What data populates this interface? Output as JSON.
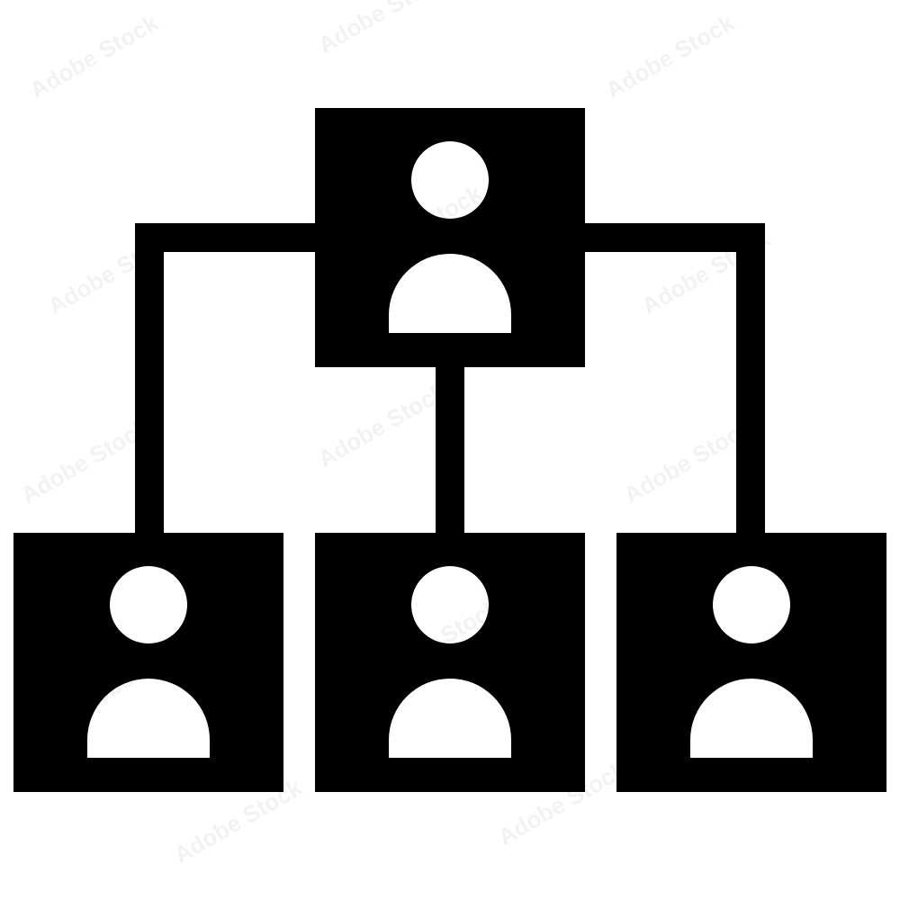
{
  "icon": {
    "name": "organization-hierarchy-icon",
    "colors": {
      "foreground": "#000000",
      "background": "#ffffff"
    },
    "nodes": [
      {
        "role": "top",
        "icon": "user-icon"
      },
      {
        "role": "child",
        "icon": "user-icon"
      },
      {
        "role": "child",
        "icon": "user-icon"
      },
      {
        "role": "child",
        "icon": "user-icon"
      }
    ]
  },
  "watermark": {
    "text": "Adobe Stock",
    "side_id": "#399450234"
  }
}
